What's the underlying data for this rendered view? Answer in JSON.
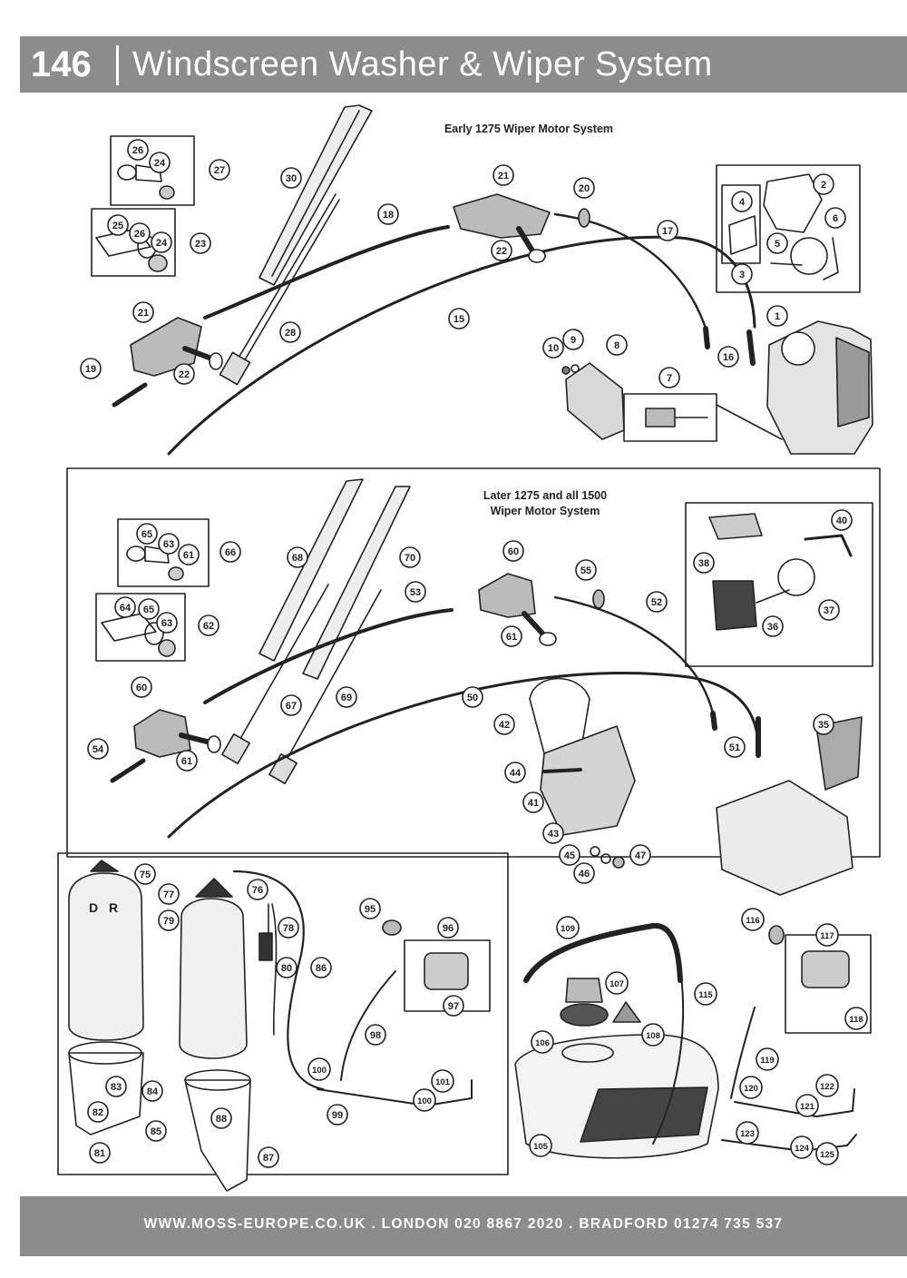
{
  "header": {
    "page_number": "146",
    "title": "Windscreen Washer & Wiper System"
  },
  "sections": {
    "early": "Early 1275 Wiper Motor System",
    "later_line1": "Later 1275 and all 1500",
    "later_line2": "Wiper Motor System"
  },
  "side_labels": [
    "D",
    "R"
  ],
  "callouts": [
    "1",
    "2",
    "3",
    "4",
    "5",
    "6",
    "7",
    "8",
    "9",
    "10",
    "15",
    "16",
    "17",
    "18",
    "19",
    "20",
    "21",
    "22",
    "23",
    "24",
    "25",
    "26",
    "27",
    "28",
    "30",
    "35",
    "36",
    "37",
    "38",
    "40",
    "41",
    "42",
    "43",
    "44",
    "45",
    "46",
    "47",
    "50",
    "51",
    "52",
    "53",
    "54",
    "55",
    "60",
    "61",
    "62",
    "63",
    "64",
    "65",
    "66",
    "67",
    "68",
    "69",
    "70",
    "75",
    "76",
    "77",
    "78",
    "79",
    "80",
    "81",
    "82",
    "83",
    "84",
    "85",
    "86",
    "87",
    "88",
    "95",
    "96",
    "97",
    "98",
    "99",
    "100",
    "101",
    "105",
    "106",
    "107",
    "108",
    "109",
    "115",
    "116",
    "117",
    "118",
    "119",
    "120",
    "121",
    "122",
    "123",
    "124",
    "125"
  ],
  "footer": {
    "contact": "WWW.MOSS-EUROPE.CO.UK . LONDON 020 8867 2020 . BRADFORD 01274 735 537"
  }
}
